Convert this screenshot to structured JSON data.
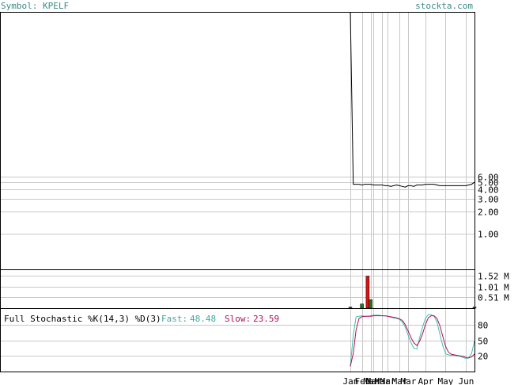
{
  "header": {
    "symbol_label": "Symbol: KPELF",
    "site_label": "stockta.com"
  },
  "colors": {
    "header_text": "#3a8a88",
    "frame": "#000000",
    "grid": "#c8c8c8",
    "price_line": "#000000",
    "volume_up": "#1a7a1a",
    "volume_down": "#dd1111",
    "fast_line": "#40c0b0",
    "slow_line": "#b0105a",
    "fast_label": "#40a8a0",
    "slow_label": "#b0105a"
  },
  "stochastic": {
    "title": "Full Stochastic %K(14,3) %D(3)",
    "fast_label": "Fast:",
    "fast_value": "48.48",
    "slow_label": "Slow:",
    "slow_value": "23.59"
  },
  "chart_data": [
    {
      "type": "line",
      "panel": "price",
      "scale": "log",
      "ylim": [
        0.33,
        1000
      ],
      "yticks": [
        1.0,
        2.0,
        3.0,
        4.0,
        5.0,
        6.0
      ],
      "ytick_labels": [
        "1.00",
        "2.00",
        "3.00",
        "4.00",
        "5.00",
        "6.00"
      ],
      "x": [
        0,
        1,
        2,
        3,
        4,
        5,
        6,
        7,
        8,
        9,
        10,
        11,
        12,
        13,
        14,
        15,
        16,
        17,
        18,
        19,
        20,
        21,
        22,
        23,
        24,
        25,
        26,
        27,
        28,
        29,
        30,
        31,
        32,
        33,
        34,
        35,
        36,
        37,
        38,
        39,
        40,
        41,
        42,
        43
      ],
      "values": [
        1000,
        4.7,
        4.7,
        4.7,
        4.6,
        4.7,
        4.7,
        4.7,
        4.6,
        4.6,
        4.6,
        4.6,
        4.5,
        4.5,
        4.4,
        4.5,
        4.6,
        4.5,
        4.4,
        4.3,
        4.5,
        4.5,
        4.4,
        4.6,
        4.6,
        4.6,
        4.7,
        4.7,
        4.7,
        4.7,
        4.6,
        4.5,
        4.5,
        4.5,
        4.5,
        4.5,
        4.5,
        4.5,
        4.5,
        4.5,
        4.5,
        4.6,
        4.7,
        5.0
      ]
    },
    {
      "type": "bar",
      "panel": "volume",
      "ylim": [
        0,
        1.8
      ],
      "yticks": [
        0.51,
        1.01,
        1.52
      ],
      "ytick_labels": [
        "0.51 M",
        "1.01 M",
        "1.52 M"
      ],
      "x": [
        0,
        4,
        6,
        7,
        43
      ],
      "values": [
        0.05,
        0.2,
        1.52,
        0.4,
        0.05
      ],
      "colors": [
        "up",
        "up",
        "down",
        "up",
        "up"
      ]
    },
    {
      "type": "line",
      "panel": "stochastic",
      "ylim": [
        -10,
        110
      ],
      "yticks": [
        20,
        50,
        80
      ],
      "ytick_labels": [
        "20",
        "50",
        "80"
      ],
      "x": [
        0,
        1,
        2,
        3,
        4,
        5,
        6,
        7,
        8,
        9,
        10,
        11,
        12,
        13,
        14,
        15,
        16,
        17,
        18,
        19,
        20,
        21,
        22,
        23,
        24,
        25,
        26,
        27,
        28,
        29,
        30,
        31,
        32,
        33,
        34,
        35,
        36,
        37,
        38,
        39,
        40,
        41,
        42,
        43
      ],
      "series": [
        {
          "name": "Fast",
          "values": [
            0,
            60,
            95,
            96,
            97,
            96,
            96,
            97,
            98,
            98,
            98,
            97,
            97,
            96,
            94,
            93,
            92,
            90,
            85,
            75,
            60,
            45,
            35,
            33,
            55,
            75,
            92,
            99,
            99,
            96,
            85,
            62,
            40,
            24,
            22,
            21,
            21,
            20,
            19,
            17,
            15,
            16,
            25,
            48.48
          ]
        },
        {
          "name": "Slow",
          "values": [
            0,
            25,
            70,
            92,
            95,
            96,
            96,
            96,
            97,
            97,
            97,
            97,
            97,
            96,
            95,
            94,
            93,
            91,
            88,
            80,
            68,
            55,
            45,
            40,
            48,
            62,
            80,
            93,
            97,
            97,
            92,
            78,
            58,
            38,
            27,
            23,
            22,
            21,
            20,
            19,
            17,
            16,
            18,
            23.59
          ]
        }
      ]
    }
  ],
  "x_axis": {
    "labels": [
      "Jan",
      "Feb",
      "Mar",
      "Mar",
      "Mar",
      "Mar",
      "Mar",
      "Mar",
      "Apr",
      "May",
      "Jun"
    ],
    "label_positions": [
      0,
      4,
      7,
      8,
      11,
      13,
      17,
      20,
      26,
      33,
      40
    ]
  }
}
